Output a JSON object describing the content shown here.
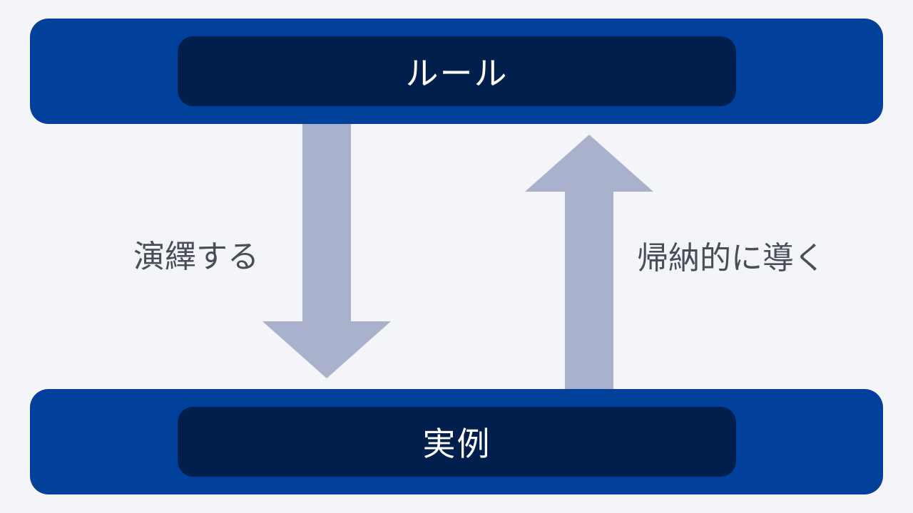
{
  "rule_label": "ルール",
  "instance_label": "実例",
  "deduce_label": "演繹する",
  "induce_label": "帰納的に導く",
  "colors": {
    "background": "#f3f5f9",
    "band": "#00409a",
    "inner_box": "#001f4d",
    "arrow": "#a9b1cc",
    "label_text": "#4a4d57",
    "box_text": "#ffffff"
  }
}
